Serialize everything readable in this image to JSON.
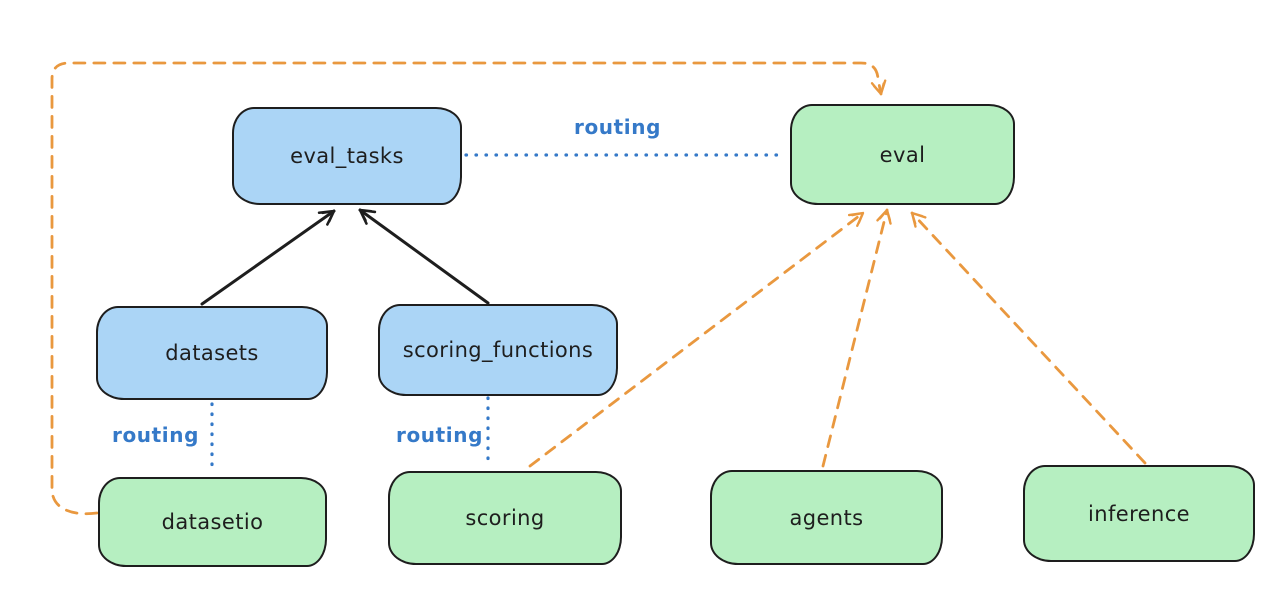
{
  "diagram": {
    "colors": {
      "background": "#ffffff",
      "node_border": "#1e1e1e",
      "node_blue_fill": "#abd5f6",
      "node_green_fill": "#b6efc1",
      "text": "#1e1e1e",
      "routing_blue": "#3579c8",
      "relation_black": "#1e1e1e",
      "provider_orange": "#e9983f"
    },
    "nodes": {
      "eval_tasks": {
        "label": "eval_tasks",
        "color": "blue"
      },
      "eval": {
        "label": "eval",
        "color": "green"
      },
      "datasets": {
        "label": "datasets",
        "color": "blue"
      },
      "scoring_functions": {
        "label": "scoring_functions",
        "color": "blue"
      },
      "datasetio": {
        "label": "datasetio",
        "color": "green"
      },
      "scoring": {
        "label": "scoring",
        "color": "green"
      },
      "agents": {
        "label": "agents",
        "color": "green"
      },
      "inference": {
        "label": "inference",
        "color": "green"
      }
    },
    "edges": {
      "datasets_to_eval_tasks": {
        "from": "datasets",
        "to": "eval_tasks",
        "style": "solid",
        "color": "black",
        "arrowhead": true
      },
      "scoring_functions_to_eval_tasks": {
        "from": "scoring_functions",
        "to": "eval_tasks",
        "style": "solid",
        "color": "black",
        "arrowhead": true
      },
      "eval_tasks_to_eval": {
        "from": "eval_tasks",
        "to": "eval",
        "style": "dotted",
        "color": "blue",
        "label": "routing"
      },
      "datasets_to_datasetio": {
        "from": "datasets",
        "to": "datasetio",
        "style": "dotted",
        "color": "blue",
        "label": "routing"
      },
      "scoring_functions_to_scoring": {
        "from": "scoring_functions",
        "to": "scoring",
        "style": "dotted",
        "color": "blue",
        "label": "routing"
      },
      "datasetio_to_eval": {
        "from": "datasetio",
        "to": "eval",
        "style": "dashed",
        "color": "orange",
        "arrowhead": true
      },
      "scoring_to_eval": {
        "from": "scoring",
        "to": "eval",
        "style": "dashed",
        "color": "orange",
        "arrowhead": true
      },
      "agents_to_eval": {
        "from": "agents",
        "to": "eval",
        "style": "dashed",
        "color": "orange",
        "arrowhead": true
      },
      "inference_to_eval": {
        "from": "inference",
        "to": "eval",
        "style": "dashed",
        "color": "orange",
        "arrowhead": true
      }
    }
  }
}
